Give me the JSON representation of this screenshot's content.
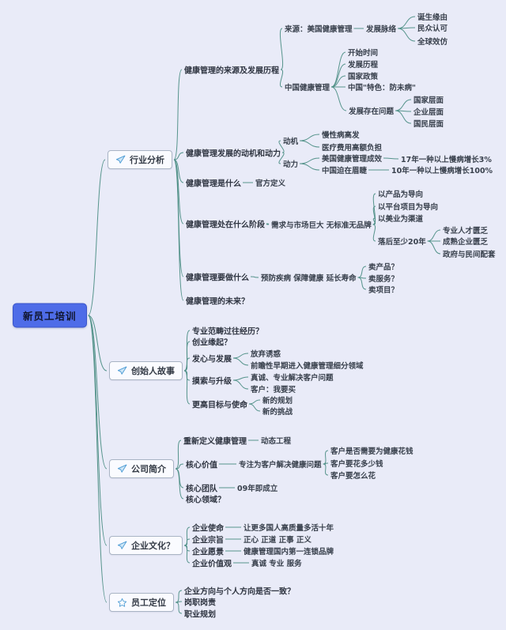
{
  "colors": {
    "background": "#e9ebf8",
    "edge_teal": "#4e8f86",
    "root_fill": "#4e6ce8",
    "root_border": "#3a55c9",
    "node_border": "#a9b4c4",
    "icon_blue": "#4a9ad4",
    "text": "#2e3440"
  },
  "mindmap": {
    "root": "新员工培训",
    "industry": {
      "label": "行业分析",
      "origin_history": "健康管理的来源及发展历程",
      "usa_source": "来源：美国健康管理",
      "dev_thread": "发展脉络",
      "birth_reason": "诞生缘由",
      "public_recognition": "民众认可",
      "global_follow": "全球效仿",
      "china_hm": "中国健康管理",
      "start_time": "开始时间",
      "dev_course": "发展历程",
      "national_policy": "国家政策",
      "china_feature": "中国\"特色：防未病\"",
      "dev_problems": "发展存在问题",
      "national_level": "国家层面",
      "enterprise_level": "企业层面",
      "citizen_level": "国民层面",
      "motive_power": "健康管理发展的动机和动力",
      "motive": "动机",
      "chronic_high": "慢性病高发",
      "medical_burden": "医疗费用高额负担",
      "power": "动力",
      "usa_effect": "美国健康管理成效",
      "usa_stat": "17年一种以上慢病增长3%",
      "china_urgent": "中国迫在眉睫",
      "china_stat": "10年一种以上慢病增长100%",
      "what_is": "健康管理是什么",
      "official_def": "官方定义",
      "what_stage": "健康管理处在什么阶段",
      "market_status": "需求与市场巨大 无标准无品牌",
      "product_oriented": "以产品为导向",
      "platform_oriented": "以平台项目为导向",
      "beauty_channel": "以美业为渠道",
      "behind_20y": "落后至少20年",
      "talent_lack": "专业人才匮乏",
      "mature_lack": "成熟企业匮乏",
      "gov_support": "政府与民间配套",
      "what_to_do": "健康管理要做什么",
      "mission3": "预防疾病 保障健康 延长寿命",
      "sell_product": "卖产品？",
      "sell_service": "卖服务？",
      "sell_project": "卖项目？",
      "future": "健康管理的未来？"
    },
    "founder": {
      "label": "创始人故事",
      "experience": "专业范畴过往经历？",
      "origin_q": "创业缘起？",
      "heart_dev": "发心与发展",
      "give_up": "放弃诱惑",
      "foresight": "前瞻性早期进入健康管理细分领域",
      "explore": "摸索与升级",
      "sincere": "真诚、专业解决客户问题",
      "customer_buy": "客户：我要买",
      "higher_goal": "更高目标与使命",
      "new_plan": "新的规划",
      "new_challenge": "新的挑战"
    },
    "company": {
      "label": "公司简介",
      "redefine": "重新定义健康管理",
      "dynamic": "动态工程",
      "core_value": "核心价值",
      "focus": "专注为客户解决健康问题",
      "pay_need": "客户是否需要为健康花钱",
      "pay_much": "客户要花多少钱",
      "pay_how": "客户要怎么花",
      "core_team": "核心团队",
      "founded": "09年即成立",
      "core_field": "核心领域？"
    },
    "culture": {
      "label": "企业文化？",
      "mission": "企业使命",
      "mission_v": "让更多国人高质量多活十年",
      "tenet": "企业宗旨",
      "tenet_v": "正心 正道 正事 正义",
      "vision": "企业愿景",
      "vision_v": "健康管理国内第一连锁品牌",
      "values": "企业价值观",
      "values_v": "真诚 专业 服务"
    },
    "position": {
      "label": "员工定位",
      "direction": "企业方向与个人方向是否一致？",
      "duty": "岗职岗责",
      "career": "职业规划"
    }
  }
}
